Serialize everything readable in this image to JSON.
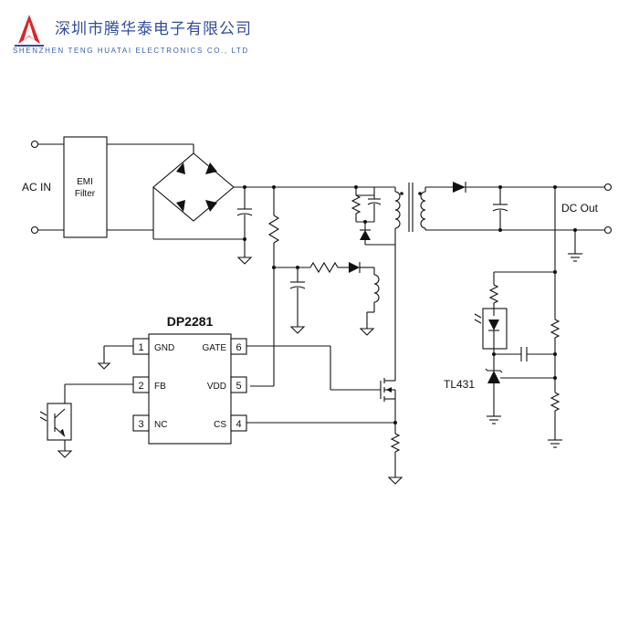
{
  "header": {
    "company_cn": "深圳市腾华泰电子有限公司",
    "company_en": "SHENZHEN TENG HUATAI ELECTRONICS CO., LTD",
    "logo_colors": {
      "red": "#d9262b",
      "blue": "#2f4d9e"
    }
  },
  "schematic": {
    "ac_in": "AC IN",
    "emi_line1": "EMI",
    "emi_line2": "Filter",
    "dc_out": "DC Out",
    "ic_name": "DP2281",
    "tl431": "TL431",
    "pins": [
      {
        "num": "1",
        "name": "GND"
      },
      {
        "num": "2",
        "name": "FB"
      },
      {
        "num": "3",
        "name": "NC"
      },
      {
        "num": "6",
        "name": "GATE"
      },
      {
        "num": "5",
        "name": "VDD"
      },
      {
        "num": "4",
        "name": "CS"
      }
    ]
  }
}
